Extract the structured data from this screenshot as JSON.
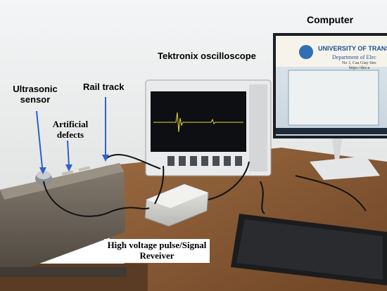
{
  "labels": {
    "computer": "Computer",
    "oscilloscope": "Tektronix oscilloscope",
    "sensor": "Ultrasonic sensor",
    "rail": "Rail track",
    "defects": "Artificial defects",
    "pulser": "High voltage pulse/Signal Reveiver"
  },
  "screen": {
    "univ": "UNIVERSITY OF TRANSP",
    "dept": "Department of Elec",
    "addr": "No 3, Cau Giay Stre",
    "url": "https://dee.u"
  },
  "colors": {
    "arrow": "#2a63c9",
    "wall": "#eef0f2",
    "table": "#8a5a34",
    "rail": "#6a6257"
  }
}
